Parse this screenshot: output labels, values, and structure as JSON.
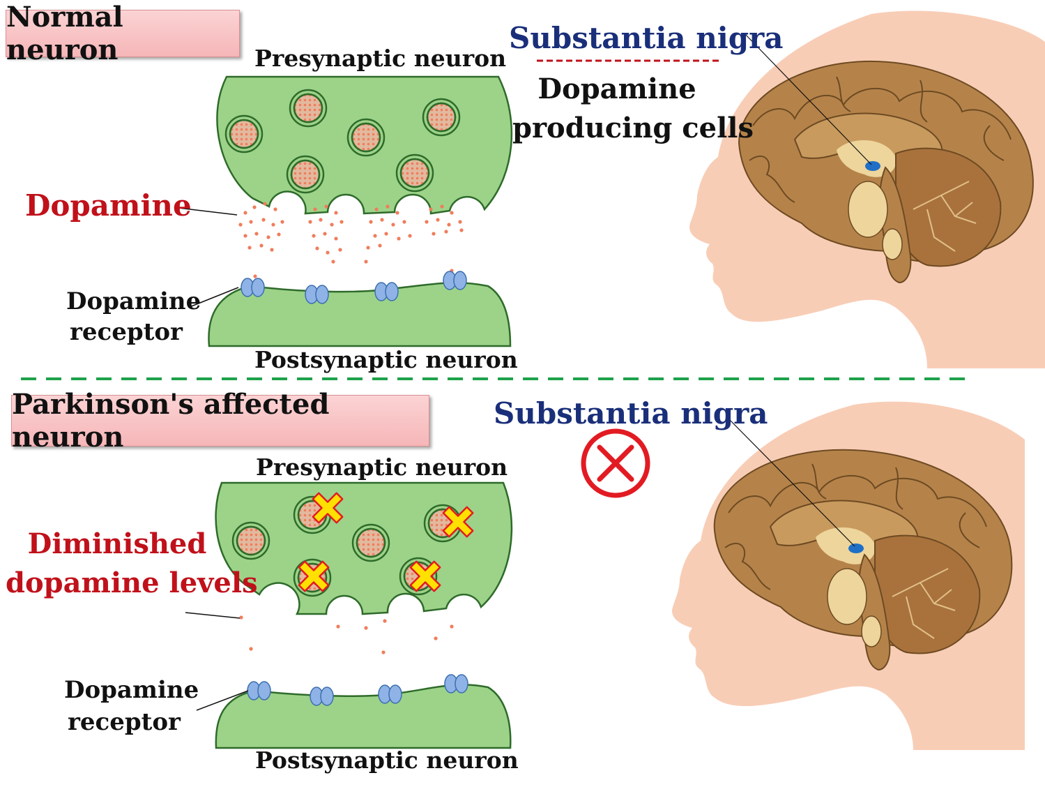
{
  "normal": {
    "title": "Normal neuron",
    "presynaptic": "Presynaptic neuron",
    "postsynaptic": "Postsynaptic neuron",
    "dopamine": "Dopamine",
    "receptor_line1": "Dopamine",
    "receptor_line2": "receptor",
    "substantia": "Substantia nigra",
    "cells_line1": "Dopamine",
    "cells_line2": "producing cells"
  },
  "parkinsons": {
    "title": "Parkinson's affected neuron",
    "presynaptic": "Presynaptic neuron",
    "postsynaptic": "Postsynaptic neuron",
    "diminished_line1": "Diminished",
    "diminished_line2": "dopamine levels",
    "receptor_line1": "Dopamine",
    "receptor_line2": "receptor",
    "substantia": "Substantia nigra"
  },
  "colors": {
    "neuron_fill": "#9dd389",
    "neuron_stroke": "#2e6b2a",
    "vesicle_fill": "#e2b99e",
    "dot": "#ef7d5c",
    "receptor": "#8fb3e6",
    "brain": "#b5834a",
    "skin": "#f8cdb6",
    "divider": "#1ea24a",
    "x_yellow": "#ffe000",
    "x_red": "#e21b23",
    "nigra": "#1f6fc6"
  },
  "icons": {
    "blocked": "circle-x-icon",
    "vesicle_blocked": "yellow-x-icon"
  }
}
